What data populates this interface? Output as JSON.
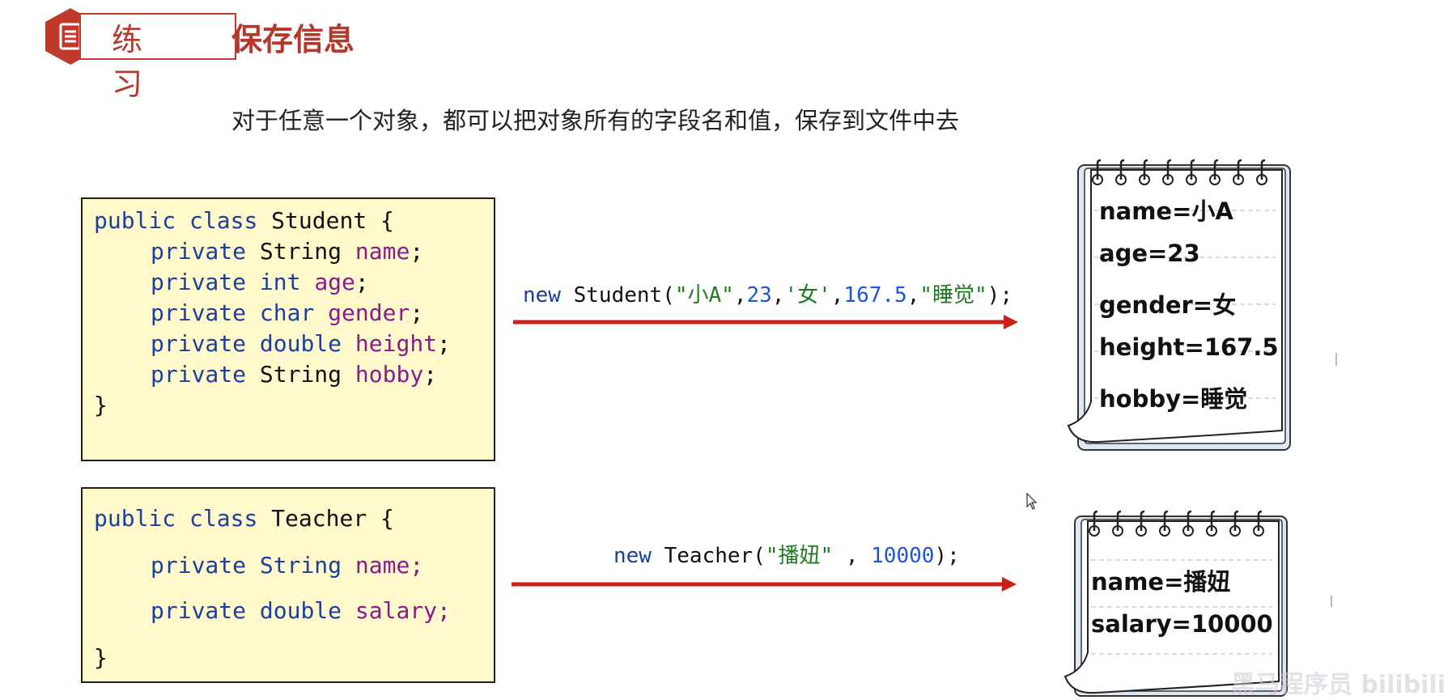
{
  "header": {
    "badge_label": "练习",
    "title": "保存信息"
  },
  "subtitle": "对于任意一个对象，都可以把对象所有的字段名和值，保存到文件中去",
  "student_class": {
    "decl": [
      "public",
      "class",
      "Student",
      "{"
    ],
    "fields": [
      {
        "mod": "private",
        "type": "String",
        "name": "name"
      },
      {
        "mod": "private",
        "type": "int",
        "name": "age"
      },
      {
        "mod": "private",
        "type": "char",
        "name": "gender"
      },
      {
        "mod": "private",
        "type": "double",
        "name": "height"
      },
      {
        "mod": "private",
        "type": "String",
        "name": "hobby"
      }
    ],
    "close": "}"
  },
  "teacher_class": {
    "decl": [
      "public",
      "class",
      "Teacher",
      "{"
    ],
    "fields": [
      {
        "mod": "private",
        "type": "String",
        "name": "name"
      },
      {
        "mod": "private",
        "type": "double",
        "name": "salary"
      }
    ],
    "close": "}"
  },
  "student_call": {
    "kw": "new",
    "cls": " Student(",
    "a1": "\"小A\"",
    "c1": ",",
    "a2": "23",
    "c2": ",",
    "a3": "'女'",
    "c3": ",",
    "a4": "167.5",
    "c4": ",",
    "a5": "\"睡觉\"",
    "end": ");"
  },
  "teacher_call": {
    "kw": "new",
    "cls": " Teacher(",
    "a1": "\"播妞\"",
    "c1": " , ",
    "a2": "10000",
    "end": ");"
  },
  "student_note": [
    "name=小A",
    "age=23",
    "gender=女",
    "height=167.5",
    "hobby=睡觉"
  ],
  "teacher_note": [
    "name=播妞",
    "salary=10000"
  ],
  "watermark": "黑马程序员 bilibili",
  "colors": {
    "accent_red": "#c0392b",
    "arrow_red": "#cc1f1a",
    "code_bg": "#fff9cc",
    "keyword": "#1a3fa0",
    "field": "#8b1a8b",
    "string": "#1e7a1e",
    "number": "#1d55d9"
  },
  "icons": {
    "badge": "document-icon",
    "cursor": "mouse-pointer-icon"
  }
}
